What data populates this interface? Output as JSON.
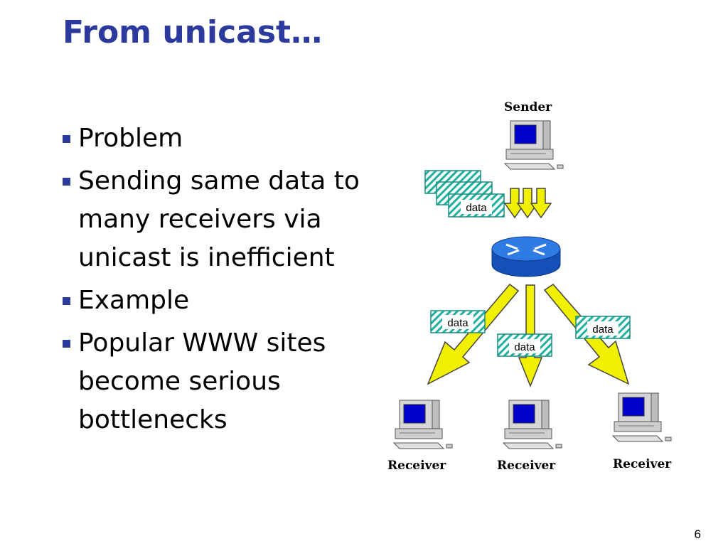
{
  "title": "From unicast…",
  "bullets": [
    "Problem",
    "Sending same data to many receivers via unicast is inefficient",
    "Example",
    "Popular WWW sites become serious bottlenecks"
  ],
  "diagram": {
    "sender_label": "Sender",
    "receiver_labels": [
      "Receiver",
      "Receiver",
      "Receiver"
    ],
    "packet_label": "data"
  },
  "page_number": "6",
  "colors": {
    "title": "#2b3a9c",
    "arrow_fill": "#f0f000",
    "packet_stripes": "#1fb0a0",
    "router": "#1e66d8"
  }
}
